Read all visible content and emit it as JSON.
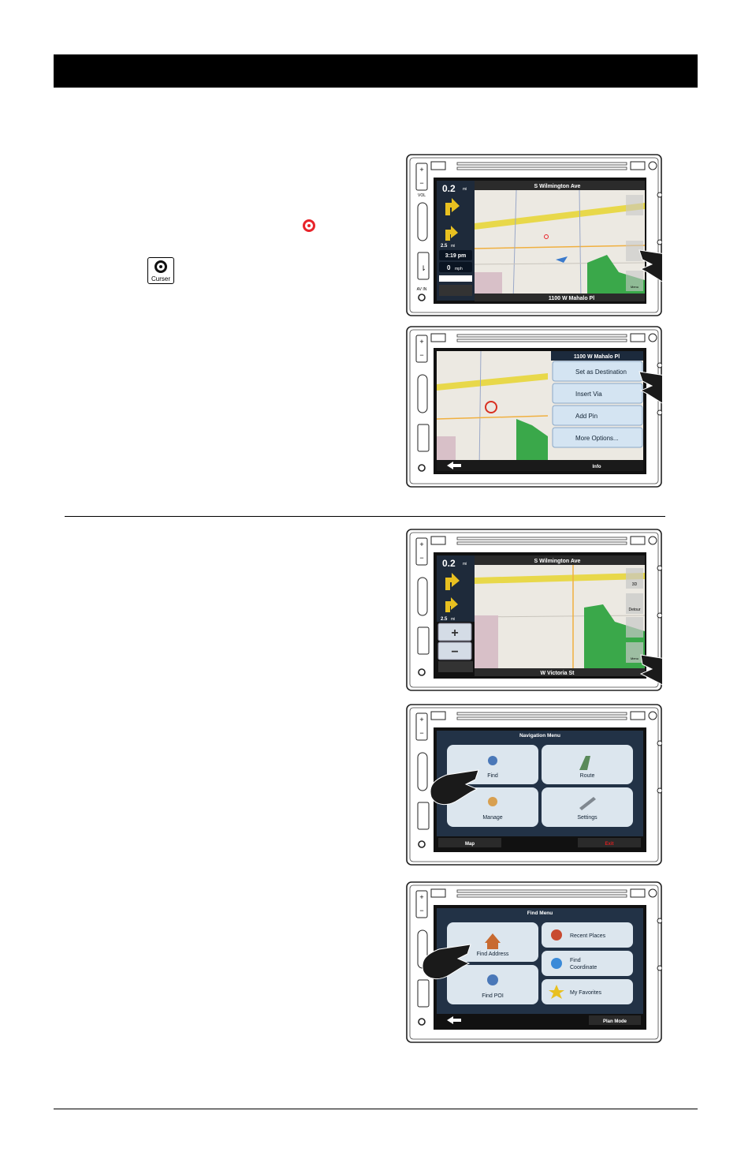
{
  "curser_button": {
    "label": "Curser"
  },
  "panel1": {
    "street_top": "S Wilmington Ave",
    "distance_main": "0.2",
    "distance_main_unit": "mi",
    "distance_next": "2.5",
    "distance_next_unit": "mi",
    "time": "3:19 pm",
    "speed": "0",
    "speed_unit": "mph",
    "street_bottom": "1100 W Mahalo Pl",
    "menu_label": "Menu"
  },
  "panel2": {
    "popup_title": "1100 W Mahalo Pl",
    "options": [
      "Set as Destination",
      "Insert Via",
      "Add Pin",
      "More Options..."
    ],
    "info_label": "Info"
  },
  "panel3": {
    "street_top": "S Wilmington Ave",
    "distance_main": "0.2",
    "distance_main_unit": "mi",
    "distance_next": "2.5",
    "distance_next_unit": "mi",
    "street_bottom": "W Victoria St",
    "view_label": "3D",
    "detour_label": "Detour",
    "menu_label": "Menu"
  },
  "panel4": {
    "title": "Navigation Menu",
    "tiles": [
      "Find",
      "Route",
      "Manage",
      "Settings"
    ],
    "left_label": "Map",
    "right_label": "Exit"
  },
  "panel5": {
    "title": "Find Menu",
    "left_tiles": [
      "Find Address",
      "Find POI"
    ],
    "right_tiles": [
      "Recent Places",
      "Find",
      "Coordinate",
      "My Favorites"
    ],
    "right_label": "Plan Mode"
  },
  "device": {
    "port_labels": [
      "AV IN"
    ],
    "vol_label": "VOL"
  },
  "colors": {
    "header": "#000000",
    "map_road": "#e8d84a",
    "park": "#3aa84a",
    "target": "#e8242a",
    "exit": "#d82020"
  }
}
